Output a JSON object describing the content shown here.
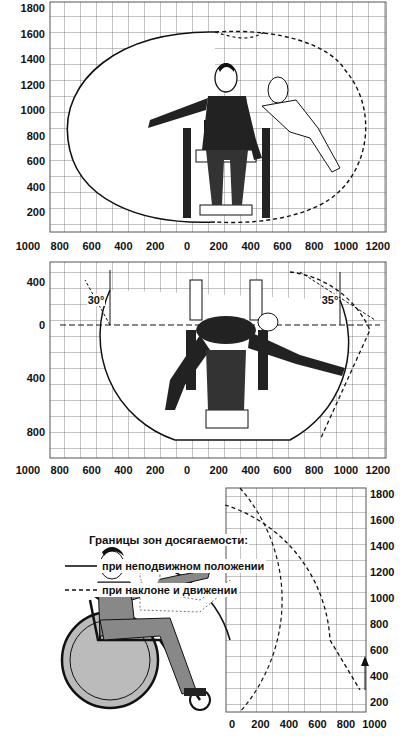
{
  "diagram": {
    "labels": [
      "1800",
      "1600",
      "1400",
      "1200",
      "1000",
      "800",
      "600",
      "400",
      "200",
      "1000",
      "800",
      "600",
      "400",
      "200",
      "0",
      "200",
      "400",
      "600",
      "800",
      "1000",
      "1200",
      "400",
      "0",
      "400",
      "800",
      "30°",
      "35°",
      "1000",
      "800",
      "600",
      "400",
      "200",
      "0",
      "200",
      "400",
      "600",
      "800",
      "1000",
      "1200",
      "Границы зон досягаемости:",
      "1800",
      "1600",
      "1400",
      "1200",
      "1000",
      "800",
      "600",
      "400",
      "200",
      "0",
      "200",
      "400",
      "600",
      "800",
      "1000"
    ],
    "legend": [
      {
        "text": "при неподвижном положении"
      },
      {
        "text": "при наклоне и движении"
      }
    ]
  }
}
